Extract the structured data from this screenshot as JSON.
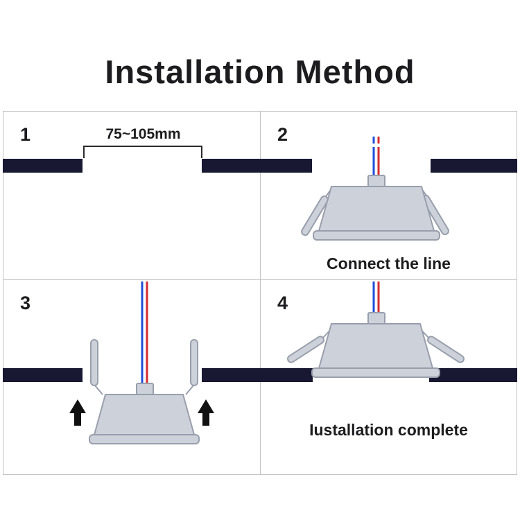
{
  "title": "Installation Method",
  "colors": {
    "ceiling": "#181832",
    "lamp_fill": "#cdd1da",
    "lamp_stroke": "#989eac",
    "wire_blue": "#1e4fd6",
    "wire_red": "#d62b30",
    "arrow": "#111111",
    "text": "#1c1c1e",
    "panel_border": "#c3c3c3"
  },
  "panels": [
    {
      "number": "1",
      "dimension_label": "75~105mm"
    },
    {
      "number": "2",
      "caption": "Connect the line"
    },
    {
      "number": "3"
    },
    {
      "number": "4",
      "caption": "Iustallation complete"
    }
  ]
}
